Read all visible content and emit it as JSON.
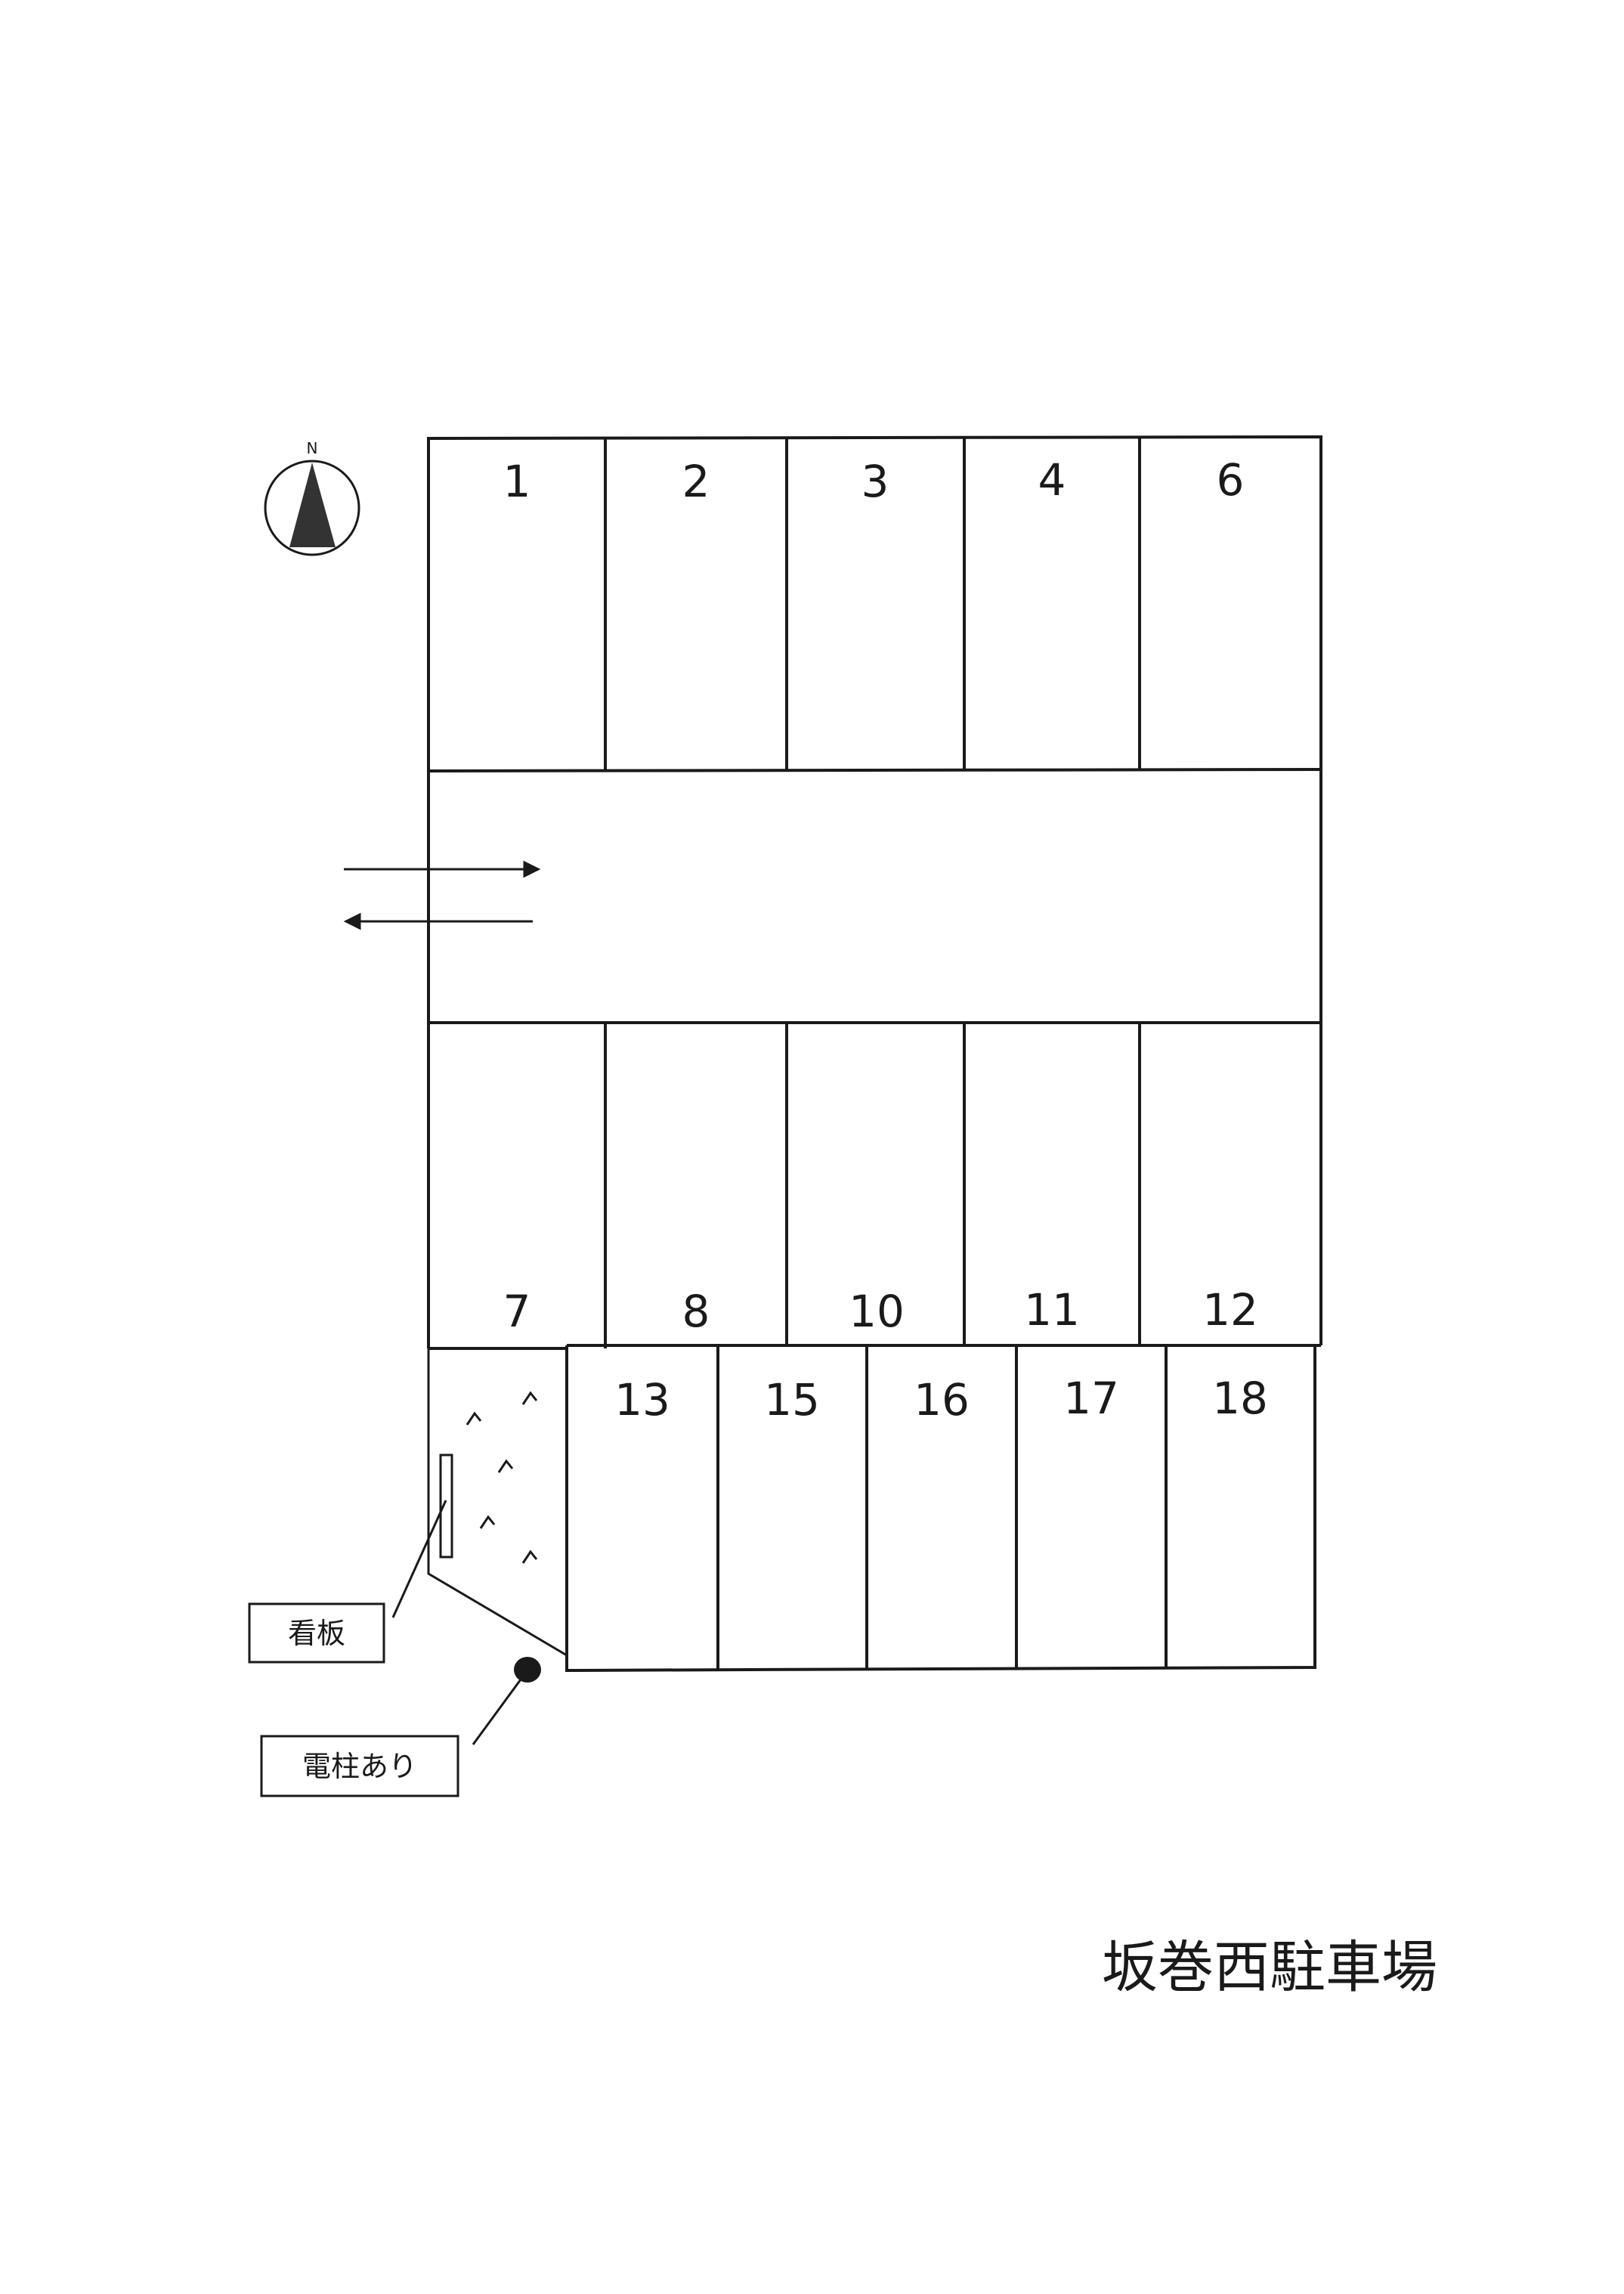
{
  "compass": {
    "letter": "N"
  },
  "spots_top": [
    "1",
    "2",
    "3",
    "4",
    "6"
  ],
  "spots_middle": [
    "7",
    "8",
    "10",
    "11",
    "12"
  ],
  "spots_bottom": [
    "13",
    "15",
    "16",
    "17",
    "18"
  ],
  "labels": {
    "signboard": "看板",
    "utility_pole": "電柱あり"
  },
  "title": "坂巻西駐車場"
}
